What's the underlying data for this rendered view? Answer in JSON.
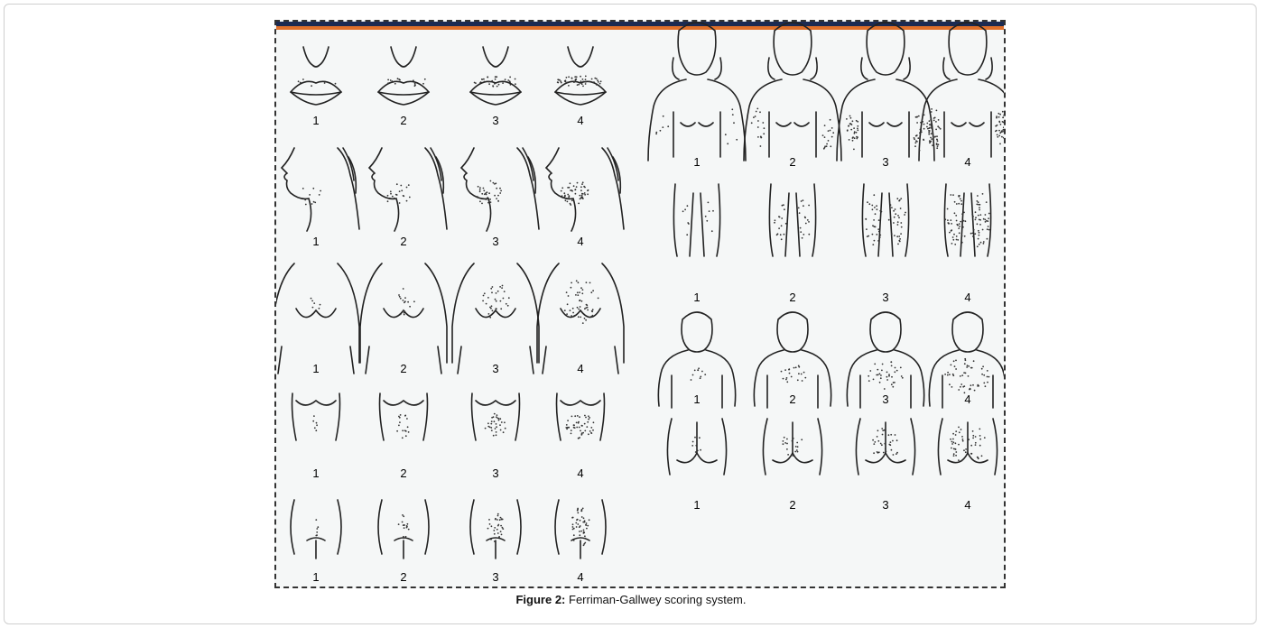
{
  "caption": {
    "label": "Figure 2:",
    "text": " Ferriman-Gallwey scoring system."
  },
  "score_labels": [
    "1",
    "2",
    "3",
    "4"
  ],
  "colors": {
    "top_band_navy": "#1b2a52",
    "top_band_orange": "#e0702a",
    "figure_background": "#f5f7f7",
    "drawing_ink": "#222222"
  }
}
